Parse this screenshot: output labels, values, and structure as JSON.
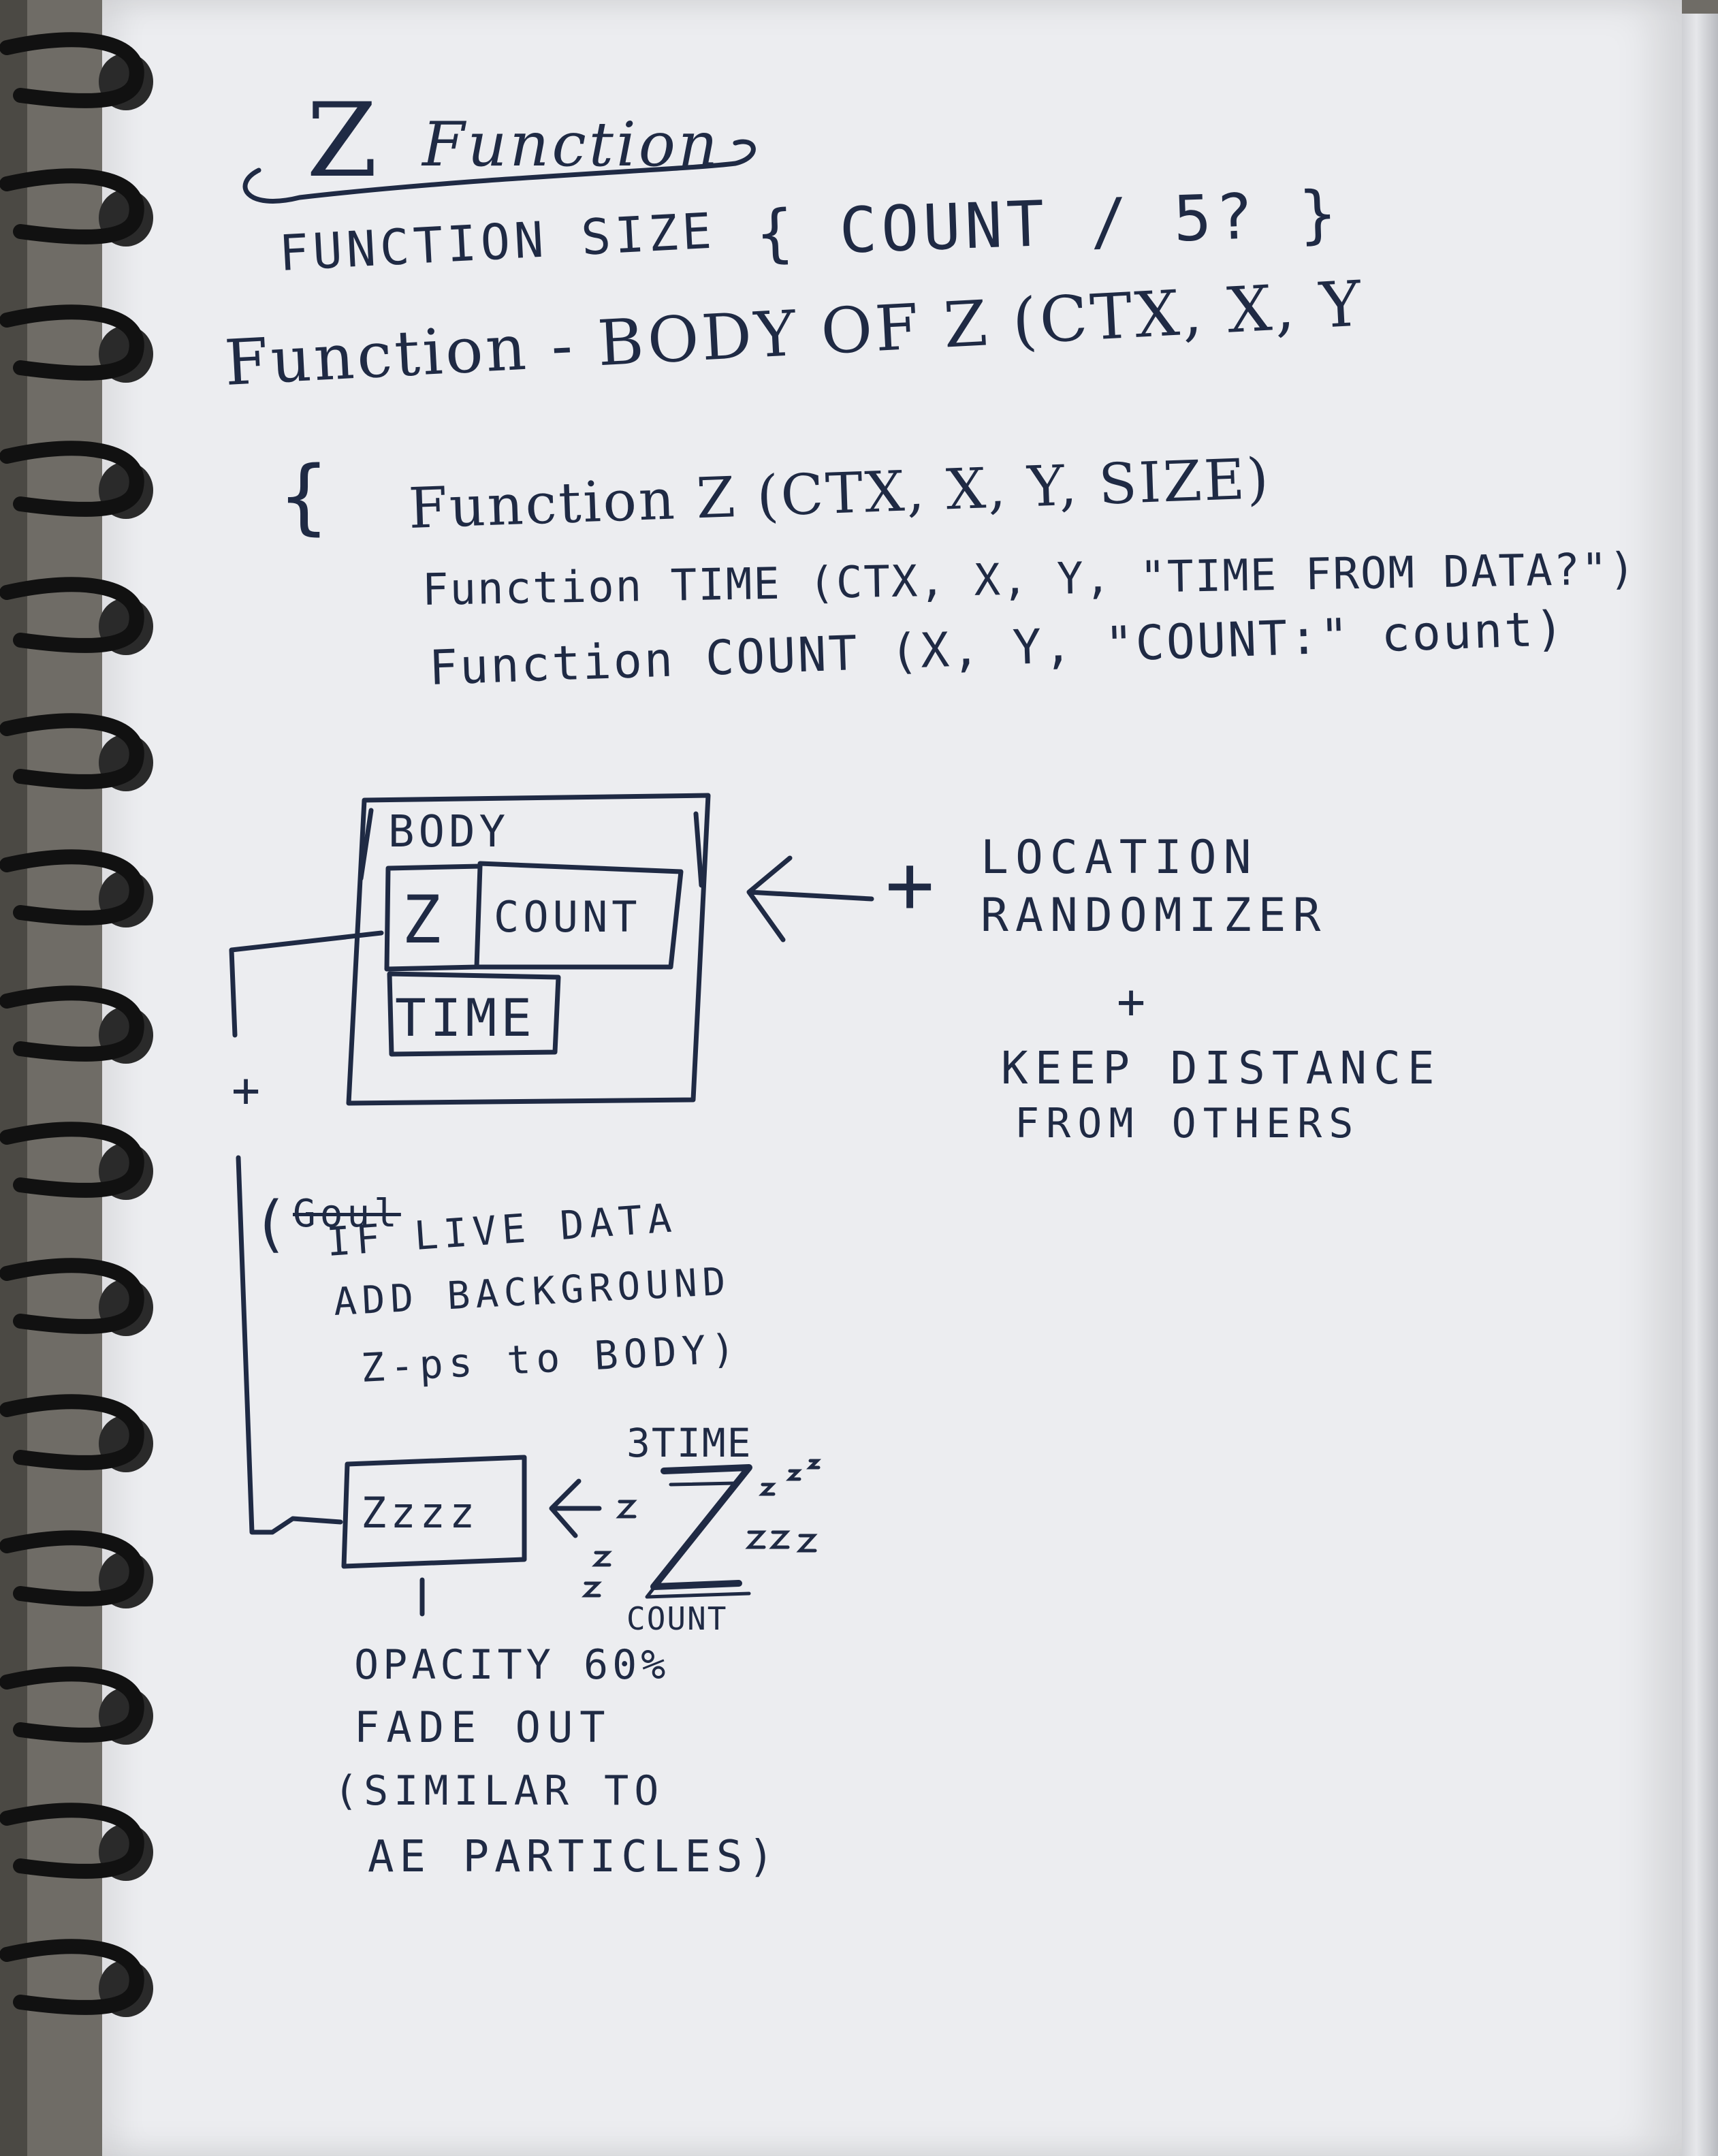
{
  "notes": {
    "title_z": "Z",
    "title_rest": "Function",
    "line_size": "FUNCTION SIZE",
    "line_size_brace": "{ COUNT / 5? }",
    "line_body": "Function - BODY OF Z (CTX, X, Y",
    "brace_open": "{",
    "fn_z": "Function Z (CTX, X, Y, SIZE)",
    "fn_time": "Function TIME (CTX, X, Y, \"TIME FROM DATA?\")",
    "fn_count": "Function COUNT (X, Y, \"COUNT:\" count)"
  },
  "diagram": {
    "body_label": "BODY",
    "z_label": "Z",
    "count_label": "COUNT",
    "time_label": "TIME",
    "plus_left": "+",
    "plus_arrow": "+",
    "location_line1": "LOCATION",
    "location_line2": "RANDOMIZER",
    "plus_between": "+",
    "keep_line1": "KEEP DISTANCE",
    "keep_line2": "FROM OTHERS",
    "live_open": "(",
    "live_struck": "Goul",
    "live_line1": "IF LIVE DATA",
    "live_line2": "ADD BACKGROUND",
    "live_line3": "Z-ps to BODY)",
    "zzz_box": "Zzzz",
    "time_big": "3TIME",
    "big_z": "Z",
    "count_small": "COUNT",
    "opacity_line1": "OPACITY 60%",
    "opacity_line2": "FADE OUT",
    "opacity_line3": "(SIMILAR TO",
    "opacity_line4": "AE PARTICLES)"
  }
}
